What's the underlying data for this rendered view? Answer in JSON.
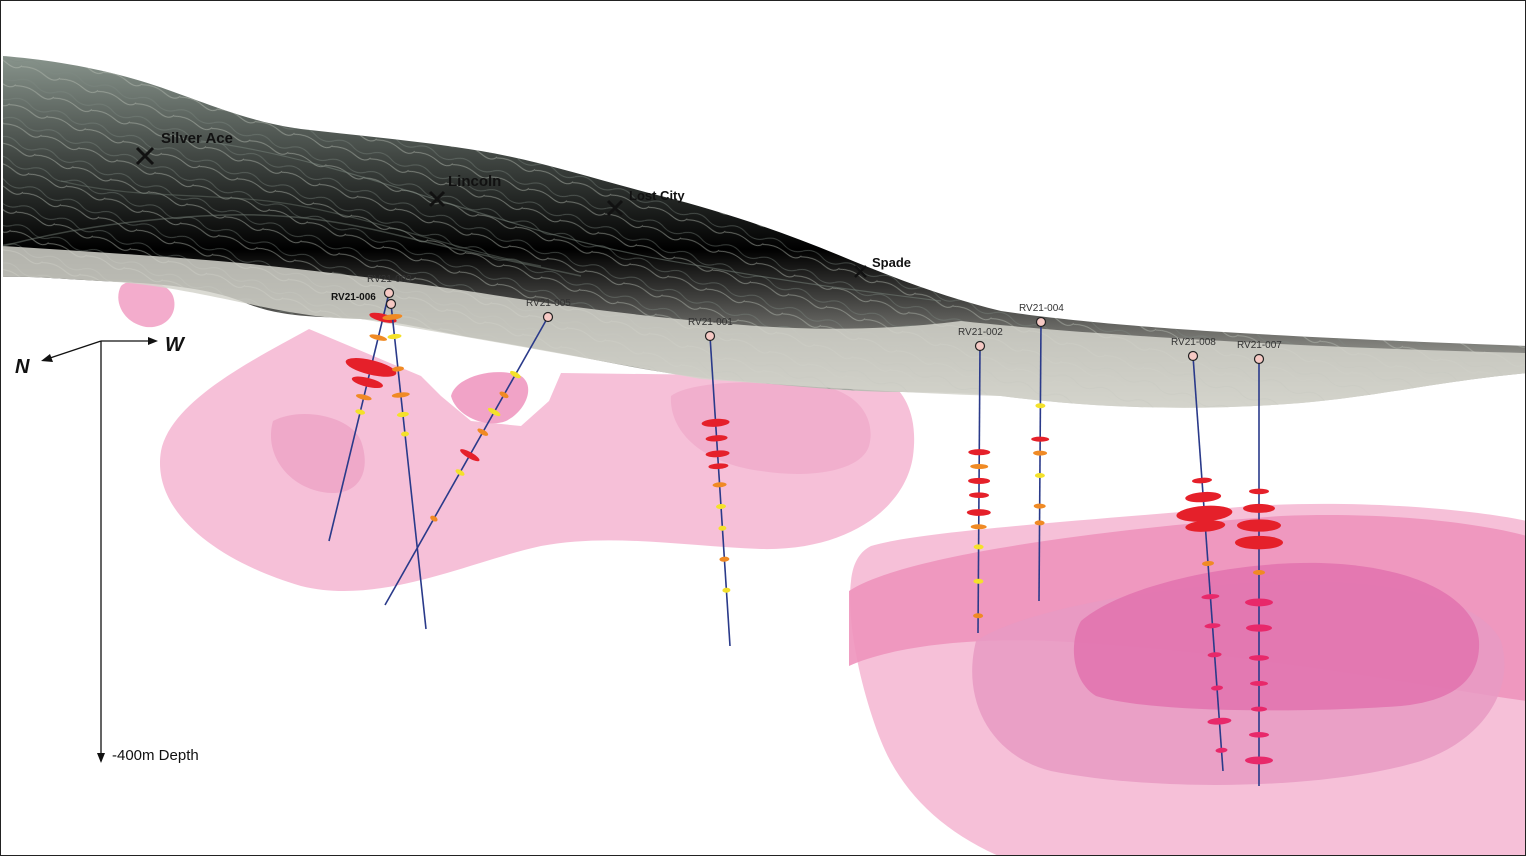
{
  "sites": [
    {
      "label": "Silver Ace"
    },
    {
      "label": "Lincoln"
    },
    {
      "label": "Lost City"
    },
    {
      "label": "Spade"
    }
  ],
  "drillholes": [
    {
      "label": "RV21-003"
    },
    {
      "label": "RV21-006"
    },
    {
      "label": "RV21-005"
    },
    {
      "label": "RV21-001"
    },
    {
      "label": "RV21-002"
    },
    {
      "label": "RV21-004"
    },
    {
      "label": "RV21-008"
    },
    {
      "label": "RV21-007"
    }
  ],
  "compass": {
    "north": "N",
    "west": "W"
  },
  "depth_label": "-400m Depth",
  "colors": {
    "terrain": "#9aa59c",
    "shell_light": "#f5bdd6",
    "shell_mid": "#ee93bd",
    "shell_dark": "#e272ae",
    "assay_high": "#e5202a",
    "assay_mid": "#f08a24",
    "assay_low": "#f4e12a",
    "trace": "#2a3a8a"
  }
}
